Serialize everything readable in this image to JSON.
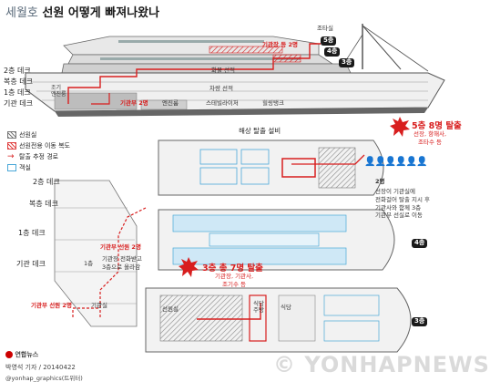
{
  "title": {
    "light": "세월호",
    "bold": "선원 어떻게 빠져나왔나"
  },
  "ship_side": {
    "joritasil": "조타실",
    "floor5": "5층",
    "floor4": "4층",
    "floor3": "3층",
    "gigwanjang": "기관장 등 2명",
    "hwamul": "화물 선적",
    "chaeryang": "차량 선적",
    "joki": "조기\n엔진룸",
    "gigwanbu2": "기관부 2명",
    "enginroom": "엔진룸",
    "stabilizer": "스테빌라이저",
    "tank": "힐링탱크"
  },
  "left_labels": {
    "d2": "2층 데크",
    "bokdeung": "복층 데크",
    "d1": "1층 데크",
    "gigwan": "기관 데크"
  },
  "legend": {
    "items": [
      "선원실",
      "선원전용 이동 복도",
      "탈출 추정 경로",
      "객실"
    ]
  },
  "escape": {
    "title": "해상 탈출 설비",
    "floor5_label": "5층 8명 탈출",
    "floor5_sub": "선장, 항해사,\n조타수 등",
    "floor3_label": "3층 총 7명 탈출",
    "floor3_sub": "기관장, 기관사,\n조기수 등"
  },
  "plan_labels": {
    "f4": "4층",
    "f3": "3층",
    "crew_room": "선원실",
    "sikdang": "식당",
    "sikdang2": "식당\n주방"
  },
  "side_notes": {
    "n2": "2명",
    "n2_text": "선장이 기관실에\n전화걸어 탈출 지시 후\n기관사와 함께 3층\n기관부 선실로 이동"
  },
  "bottom_left": {
    "d2": "2층 데크",
    "bokdeung": "복층 데크",
    "d1": "1층 데크",
    "gigwan": "기관 데크",
    "floor1": "1층",
    "gigwansil": "기관실",
    "crew2": "기관부 선원 2명",
    "crew2b": "기관부 선원 2명",
    "crew_text": "기관장 전화받고\n3층으로 올라감",
    "gigwanjang2": "기관장"
  },
  "footer": {
    "logo": "연합뉴스",
    "author": "박영석 기자 / 20140422",
    "twitter": "@yonhap_graphics(트위터)"
  },
  "watermark": "© YONHAPNEWS",
  "colors": {
    "red": "#d81e1e",
    "cabin": "#4aa8d8",
    "hatch": "#888888",
    "corridor": "#e04040"
  }
}
